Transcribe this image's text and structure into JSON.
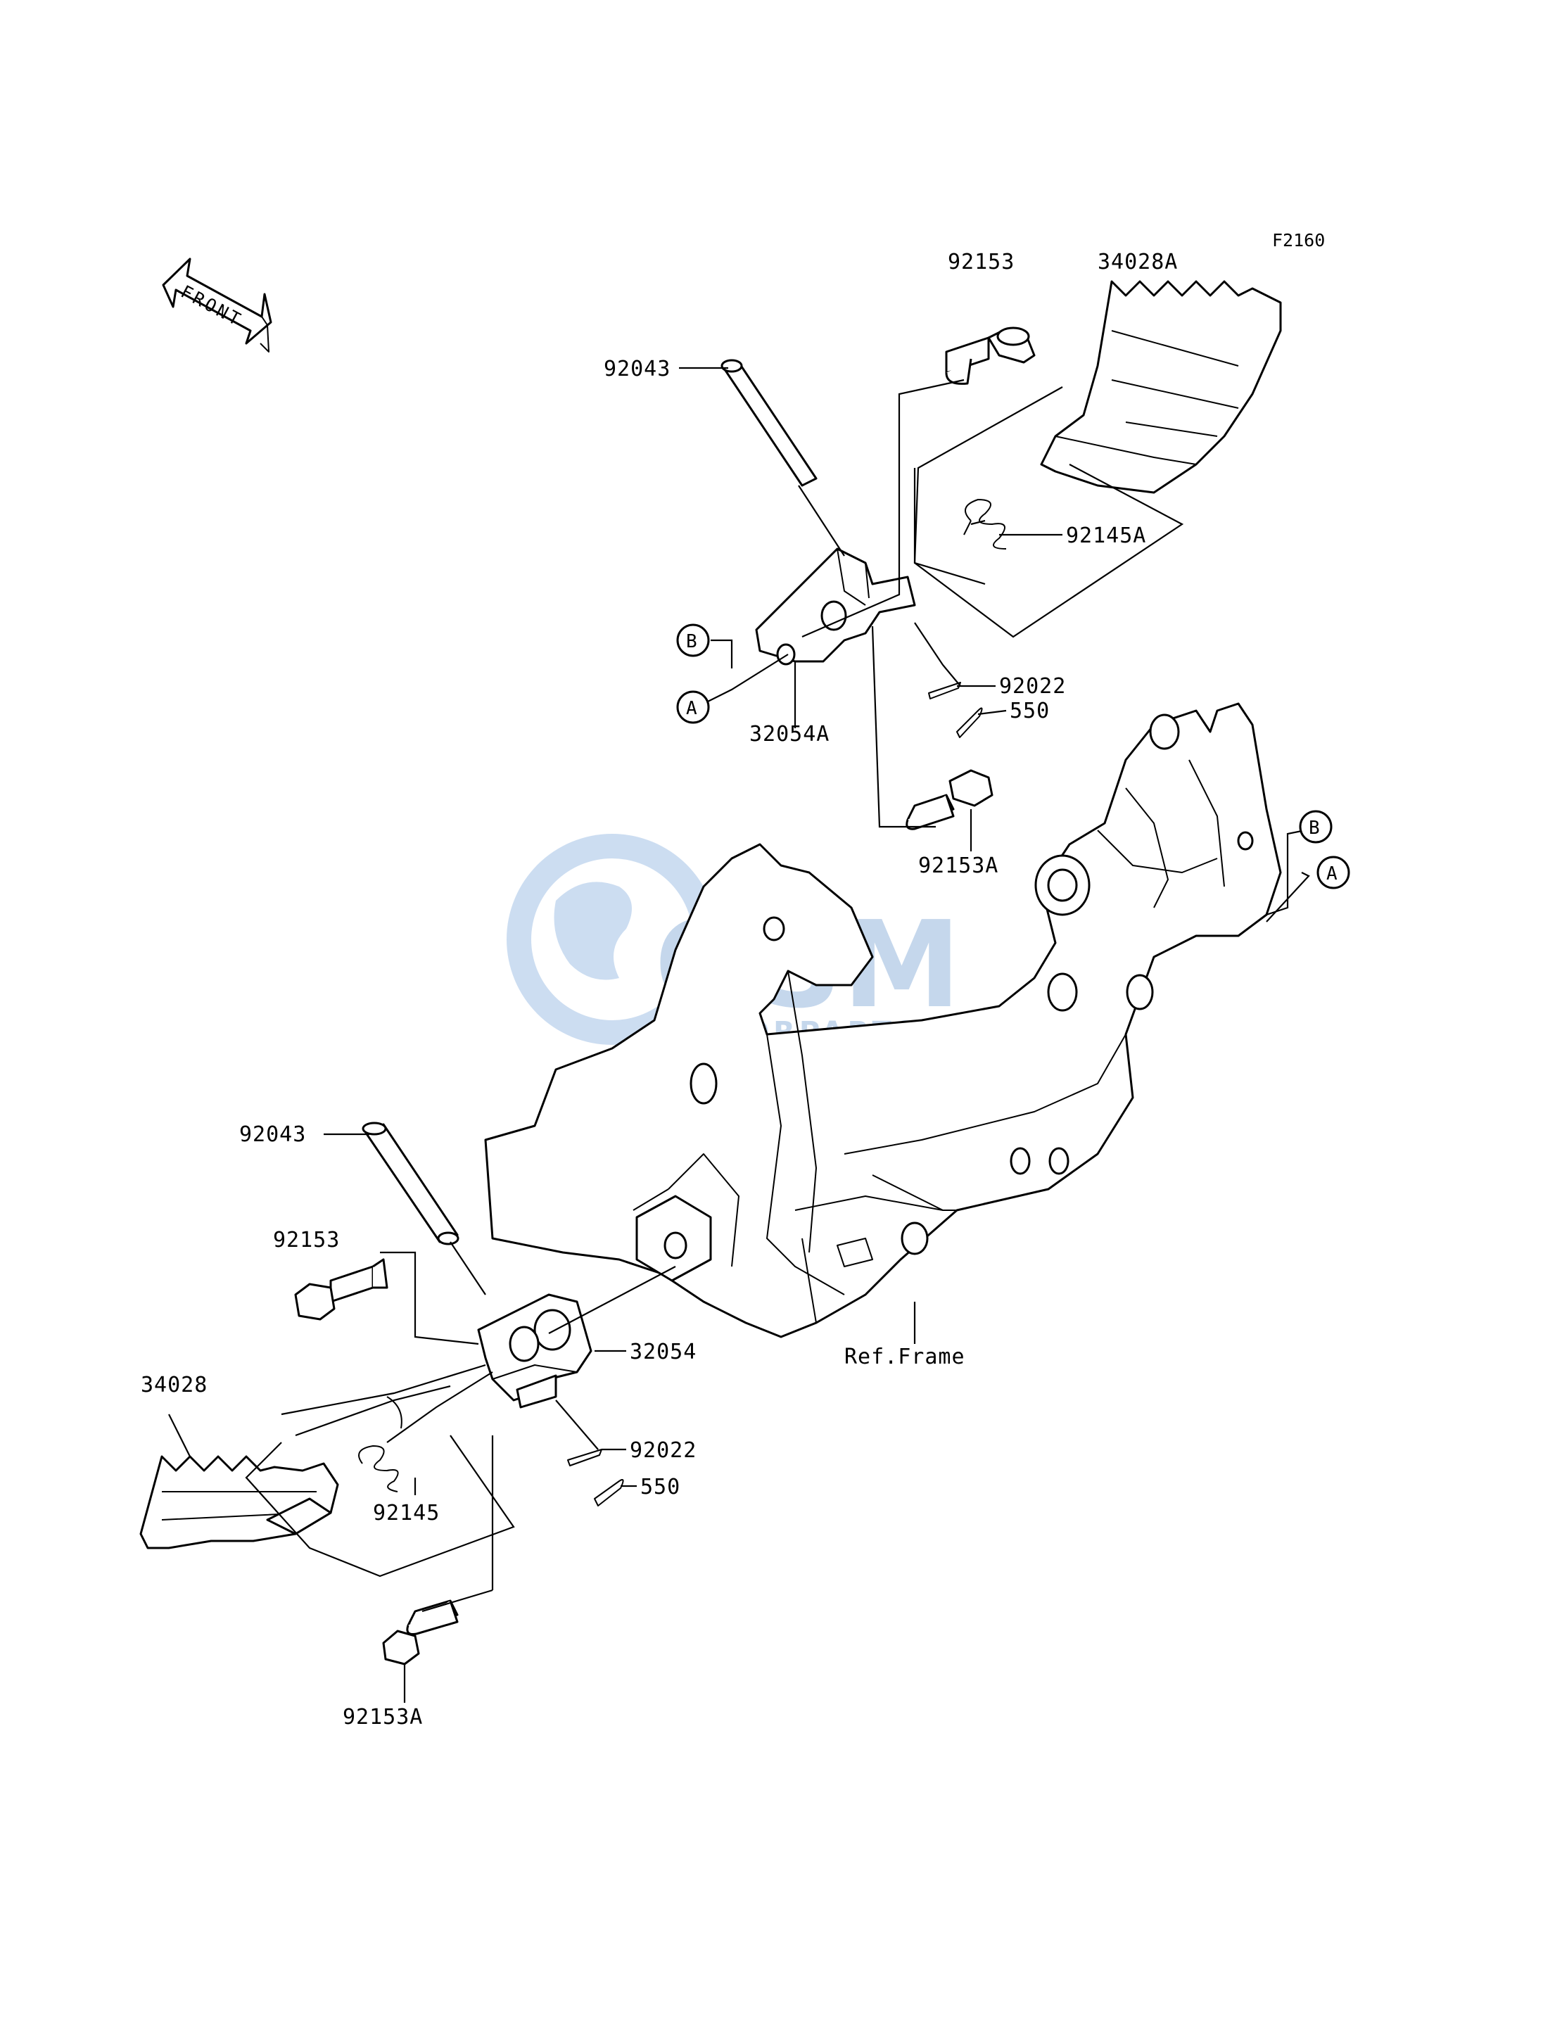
{
  "figure_id": "F2160",
  "front_label": "FRONT",
  "watermark": {
    "brand": "OSM",
    "sub": "MOTORPARTS",
    "color": "#5b8fc9"
  },
  "callouts": {
    "a": "A",
    "b": "B"
  },
  "ref_frame": "Ref.Frame",
  "parts_upper": {
    "bolt": "92153",
    "footpeg": "34028A",
    "pin": "92043",
    "spring": "92145A",
    "washer": "92022",
    "cotter": "550",
    "bracket": "32054A",
    "bolt_a": "92153A"
  },
  "parts_lower": {
    "pin": "92043",
    "bolt": "92153",
    "bracket": "32054",
    "footpeg": "34028",
    "washer": "92022",
    "cotter": "550",
    "spring": "92145",
    "bolt_a": "92153A"
  }
}
